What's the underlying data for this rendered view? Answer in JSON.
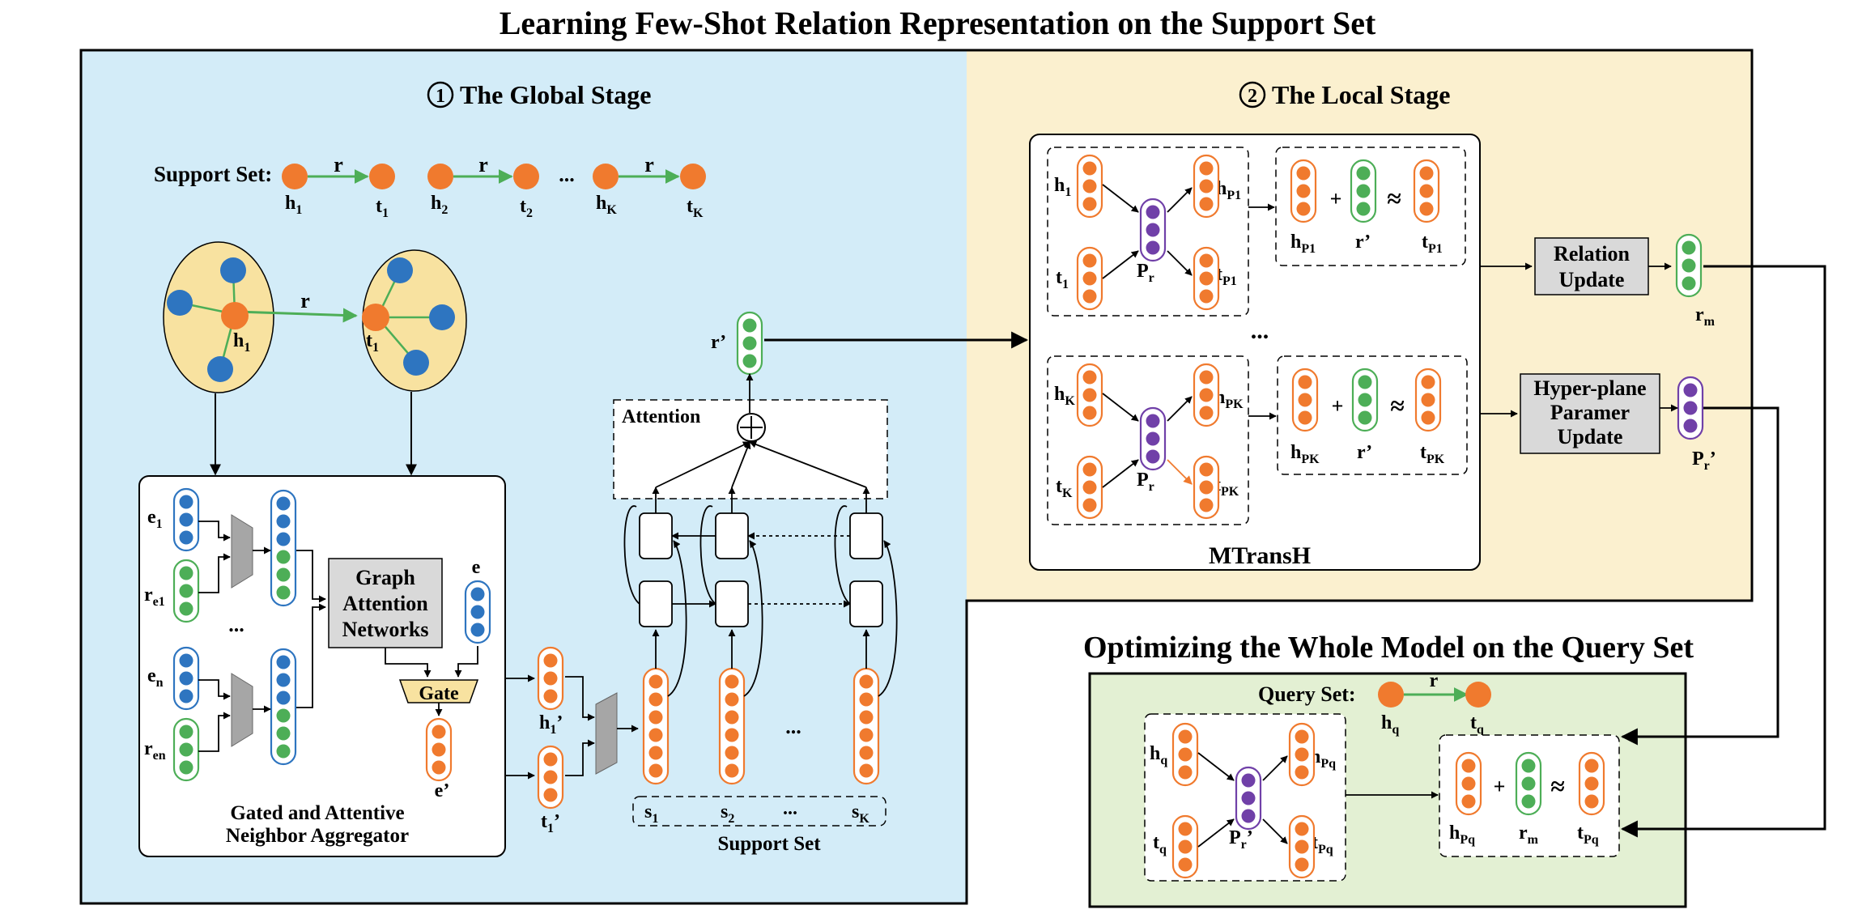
{
  "title": "Learning Few-Shot Relation Representation on the Support Set",
  "query_title": "Optimizing the Whole Model on the Query Set",
  "colors": {
    "global_bg": "#D3ECF8",
    "local_bg": "#FBF0CF",
    "query_bg": "#E3F0D3",
    "orange_node": "#F07A2E",
    "blue_node": "#2E75C0",
    "green_node": "#4DAE57",
    "purple_node": "#7040A8",
    "neighborhood": "#F8E2A0",
    "gray_box": "#D9D9D9"
  },
  "global_stage": {
    "num": "1",
    "label": "The Global Stage",
    "support_set_label": "Support Set:",
    "relation": "r",
    "pairs": [
      {
        "h": "h",
        "hs": "1",
        "t": "t",
        "ts": "1"
      },
      {
        "h": "h",
        "hs": "2",
        "t": "t",
        "ts": "2"
      },
      {
        "h": "h",
        "hs": "K",
        "t": "t",
        "ts": "K"
      }
    ],
    "ellipsis": "...",
    "neighbor_r": "r",
    "n_h": "h",
    "n_hs": "1",
    "n_t": "t",
    "n_ts": "1",
    "agg": {
      "e1": "e",
      "e1s": "1",
      "re1": "r",
      "re1s": "e1",
      "en": "e",
      "ens": "n",
      "ren": "r",
      "rens": "en",
      "dots": "...",
      "gat1": "Graph",
      "gat2": "Attention",
      "gat3": "Networks",
      "e": "e",
      "gate": "Gate",
      "eprime": "e’",
      "title1": "Gated and Attentive",
      "title2": "Neighbor Aggregator"
    },
    "h1p": "h",
    "h1ps": "1",
    "h1pp": "’",
    "t1p": "t",
    "t1ps": "1",
    "t1pp": "’",
    "attention": "Attention",
    "rprime": "r’",
    "s": [
      {
        "l": "s",
        "s": "1"
      },
      {
        "l": "s",
        "s": "2"
      },
      {
        "l": "s",
        "s": "K"
      }
    ],
    "s_dots": "...",
    "support_set": "Support Set"
  },
  "local_stage": {
    "num": "2",
    "label": "The Local Stage",
    "mtransh": "MTransH",
    "group_dots": "...",
    "proj1": {
      "h": "h",
      "hs": "1",
      "t": "t",
      "ts": "1",
      "p": "P",
      "ps": "r",
      "hp": "h",
      "hps": "P1",
      "tp": "t",
      "tps": "P1"
    },
    "proj2": {
      "h": "h",
      "hs": "K",
      "t": "t",
      "ts": "K",
      "p": "P",
      "ps": "r",
      "hp": "h",
      "hps": "PK",
      "tp": "t",
      "tps": "PK"
    },
    "eq1": {
      "h": "h",
      "hs": "P1",
      "r": "r’",
      "t": "t",
      "ts": "P1"
    },
    "eq2": {
      "h": "h",
      "hs": "PK",
      "r": "r’",
      "t": "t",
      "ts": "PK"
    },
    "plus": "+",
    "approx": "≈",
    "relation_update_1": "Relation",
    "relation_update_2": "Update",
    "hyper_1": "Hyper-plane",
    "hyper_2": "Paramer",
    "hyper_3": "Update",
    "rm": "r",
    "rms": "m",
    "prp": "P",
    "prps": "r",
    "prpp": "’"
  },
  "query": {
    "label": "Query Set:",
    "relation": "r",
    "h": "h",
    "hs": "q",
    "t": "t",
    "ts": "q",
    "proj": {
      "h": "h",
      "hs": "q",
      "t": "t",
      "ts": "q",
      "p": "P",
      "ps": "r",
      "pp": "’",
      "hp": "h",
      "hps": "Pq",
      "tp": "t",
      "tps": "Pq"
    },
    "eq": {
      "h": "h",
      "hs": "Pq",
      "r": "r",
      "rs": "m",
      "t": "t",
      "ts": "Pq"
    },
    "plus": "+",
    "approx": "≈"
  }
}
